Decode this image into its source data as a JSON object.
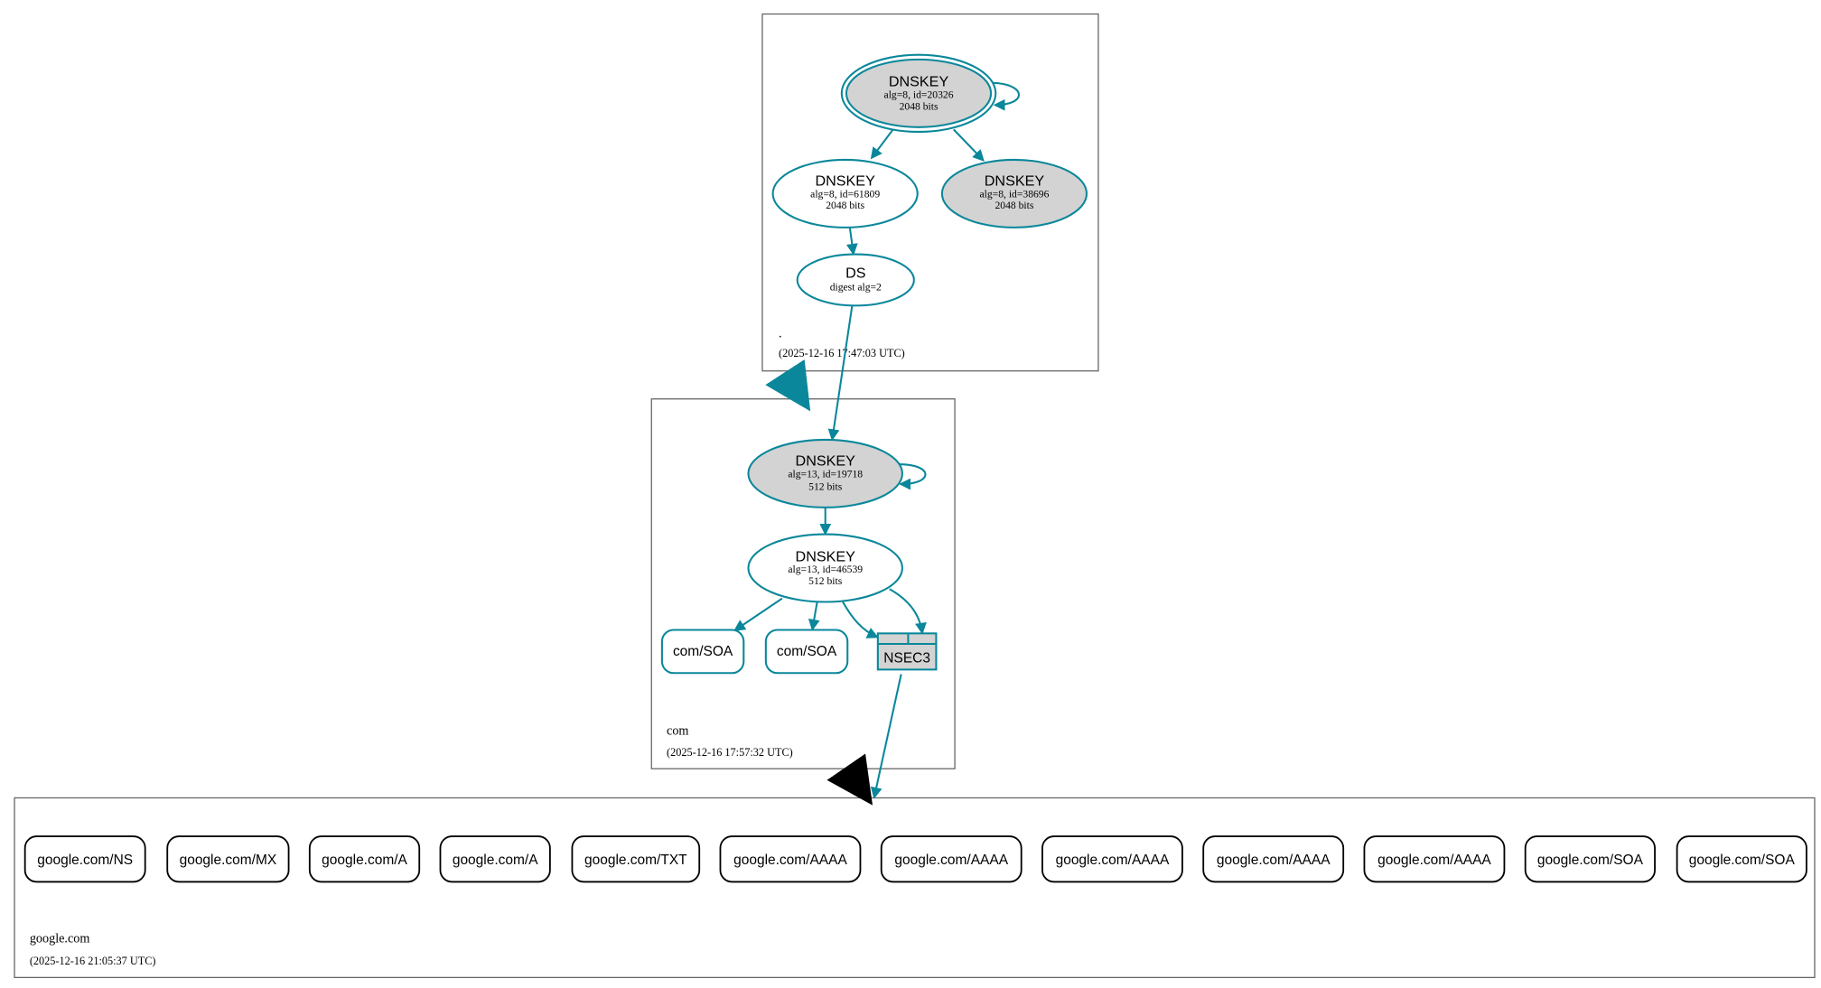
{
  "colors": {
    "edge": "#0a879a",
    "secure_fill": "#d3d3d3",
    "plain_fill": "#ffffff",
    "delegation_insecure": "#000000"
  },
  "zones": {
    "root": {
      "name": ".",
      "timestamp": "(2025-12-16 17:47:03 UTC)",
      "nodes": {
        "ksk": {
          "type": "DNSKEY",
          "detail": "alg=8, id=20326",
          "bits": "2048 bits"
        },
        "zsk": {
          "type": "DNSKEY",
          "detail": "alg=8, id=61809",
          "bits": "2048 bits"
        },
        "key3": {
          "type": "DNSKEY",
          "detail": "alg=8, id=38696",
          "bits": "2048 bits"
        },
        "ds": {
          "type": "DS",
          "detail": "digest alg=2"
        }
      }
    },
    "com": {
      "name": "com",
      "timestamp": "(2025-12-16 17:57:32 UTC)",
      "nodes": {
        "ksk": {
          "type": "DNSKEY",
          "detail": "alg=13, id=19718",
          "bits": "512 bits"
        },
        "zsk": {
          "type": "DNSKEY",
          "detail": "alg=13, id=46539",
          "bits": "512 bits"
        },
        "soa1": {
          "label": "com/SOA"
        },
        "soa2": {
          "label": "com/SOA"
        },
        "nsec3": {
          "label": "NSEC3"
        }
      }
    },
    "google": {
      "name": "google.com",
      "timestamp": "(2025-12-16 21:05:37 UTC)",
      "records": [
        "google.com/NS",
        "google.com/MX",
        "google.com/A",
        "google.com/A",
        "google.com/TXT",
        "google.com/AAAA",
        "google.com/AAAA",
        "google.com/AAAA",
        "google.com/AAAA",
        "google.com/AAAA",
        "google.com/SOA",
        "google.com/SOA"
      ]
    }
  }
}
